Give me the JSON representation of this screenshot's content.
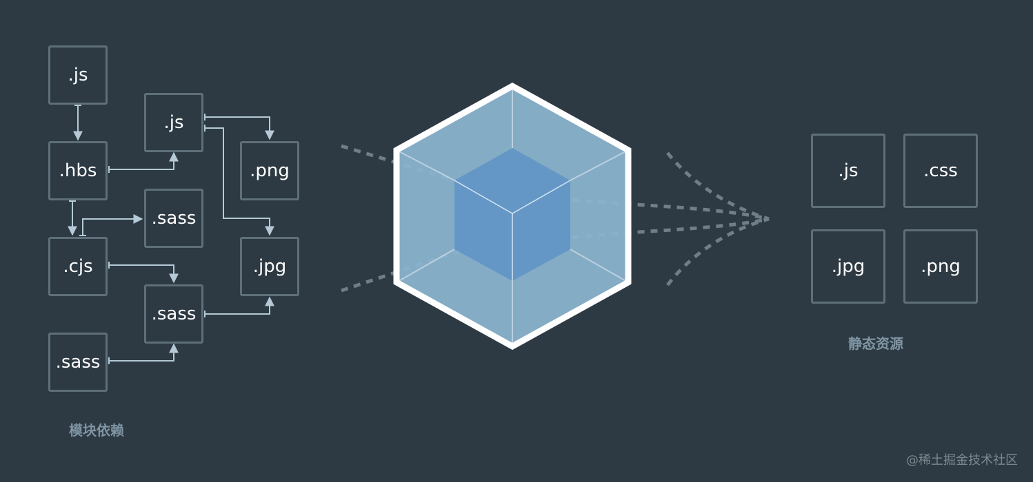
{
  "colors": {
    "background": "#2d3a43",
    "box_border": "#5f6f7a",
    "arrow": "#b5cad6",
    "label": "#8095a3",
    "cube_outer": "#8bb5d0",
    "cube_inner": "#6497c6",
    "cube_stroke": "#ffffff",
    "dashes": "#6f7e88"
  },
  "modules": {
    "caption": "模块依赖",
    "items": [
      ".js",
      ".hbs",
      ".cjs",
      ".sass",
      ".js",
      ".sass",
      ".sass",
      ".png",
      ".jpg"
    ]
  },
  "assets": {
    "caption": "静态资源",
    "items": [
      ".js",
      ".css",
      ".jpg",
      ".png"
    ]
  },
  "bundler": {
    "icon": "webpack-cube-icon"
  },
  "watermark": "@稀土掘金技术社区"
}
